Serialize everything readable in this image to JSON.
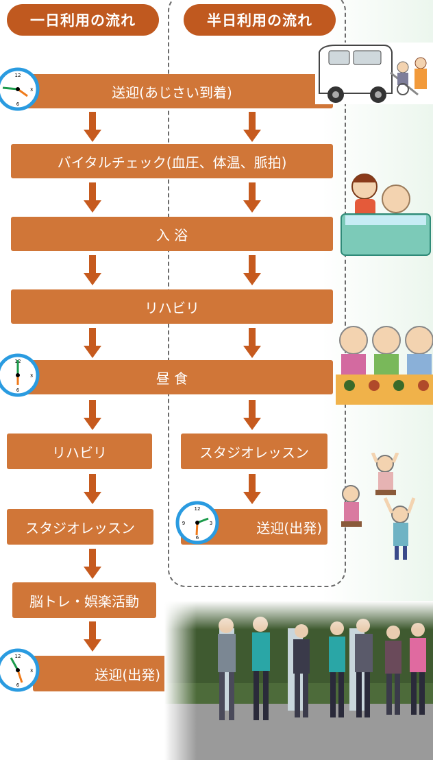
{
  "headers": {
    "full_day": "一日利用の流れ",
    "half_day": "半日利用の流れ"
  },
  "steps": {
    "pickup_arrival": "送迎(あじさい到着)",
    "vitals": "バイタルチェック(血圧、体温、脈拍)",
    "bath": "入 浴",
    "rehab": "リハビリ",
    "lunch": "昼 食",
    "rehab_full": "リハビリ",
    "studio_half": "スタジオレッスン",
    "studio_full": "スタジオレッスン",
    "departure_half": "送迎(出発)",
    "brain_training": "脳トレ・娯楽活動",
    "departure_full": "送迎(出発)"
  },
  "colors": {
    "header_pill": "#c0591f",
    "step_box": "#d07638",
    "arrow": "#c65a1e",
    "dashed_border": "#6a6a6a",
    "clock_rim": "#2a9be0"
  },
  "icons": {
    "clock": "clock-icon",
    "van": "welfare-van-illustration",
    "bath": "bathing-assist-illustration",
    "meal": "elderly-meal-illustration",
    "exercise": "chair-exercise-illustration",
    "photo": "group-walking-photo"
  }
}
